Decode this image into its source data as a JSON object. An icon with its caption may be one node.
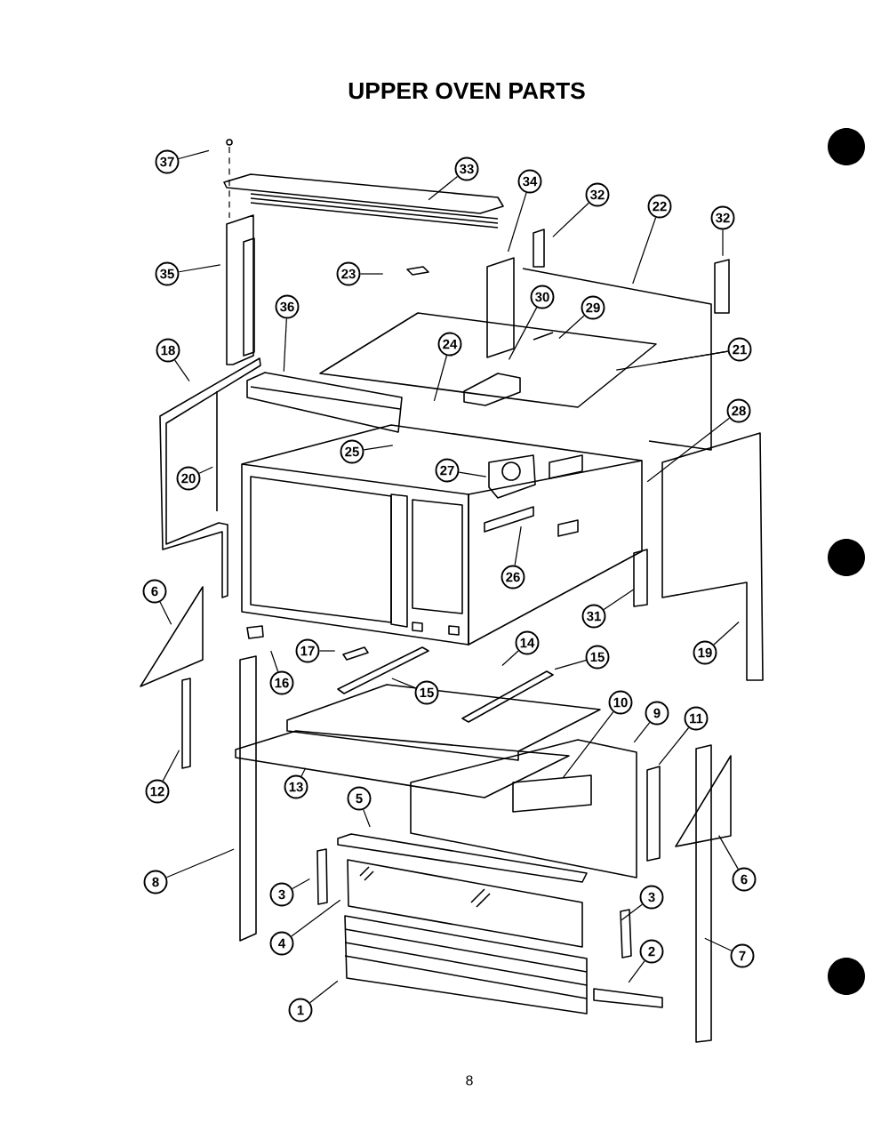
{
  "diagram": {
    "title": "UPPER OVEN PARTS",
    "nodes": [
      {
        "text": [
          "37"
        ]
      },
      {
        "text": [
          "33"
        ]
      },
      {
        "text": [
          "34"
        ]
      },
      {
        "text": [
          "32"
        ]
      },
      {
        "text": [
          "22"
        ]
      },
      {
        "text": [
          "32"
        ]
      },
      {
        "text": [
          "23"
        ]
      },
      {
        "text": [
          "35"
        ]
      },
      {
        "text": [
          "29"
        ]
      },
      {
        "text": [
          "30"
        ]
      },
      {
        "text": [
          "36"
        ]
      },
      {
        "text": [
          "24"
        ]
      },
      {
        "text": [
          "21"
        ]
      },
      {
        "text": [
          "18"
        ]
      },
      {
        "text": [
          "28"
        ]
      },
      {
        "text": [
          "25"
        ]
      },
      {
        "text": [
          "27"
        ]
      },
      {
        "text": [
          "20"
        ]
      },
      {
        "text": [
          "26"
        ]
      },
      {
        "text": [
          "6"
        ]
      },
      {
        "text": [
          "31"
        ]
      },
      {
        "text": [
          "14"
        ]
      },
      {
        "text": [
          "17"
        ]
      },
      {
        "text": [
          "19"
        ]
      },
      {
        "text": [
          "15"
        ]
      },
      {
        "text": [
          "16"
        ]
      },
      {
        "text": [
          "15"
        ]
      },
      {
        "text": [
          "10"
        ]
      },
      {
        "text": [
          "9"
        ]
      },
      {
        "text": [
          "11"
        ]
      },
      {
        "text": [
          "13"
        ]
      },
      {
        "text": [
          "12"
        ]
      },
      {
        "text": [
          "5"
        ]
      },
      {
        "text": [
          "8"
        ]
      },
      {
        "text": [
          "6"
        ]
      },
      {
        "text": [
          "3"
        ]
      },
      {
        "text": [
          "3"
        ]
      },
      {
        "text": [
          "4"
        ]
      },
      {
        "text": [
          "2"
        ]
      },
      {
        "text": [
          "7"
        ]
      },
      {
        "text": [
          "1"
        ]
      }
    ],
    "edges": [
      {
        "from": 0,
        "to": null,
        "arrow": "none"
      },
      {
        "from": 1,
        "to": null,
        "arrow": "none"
      },
      {
        "from": 2,
        "to": null,
        "arrow": "none"
      },
      {
        "from": 3,
        "to": null,
        "arrow": "none"
      },
      {
        "from": 4,
        "to": null,
        "arrow": "none"
      },
      {
        "from": 5,
        "to": null,
        "arrow": "none"
      },
      {
        "from": 6,
        "to": null,
        "arrow": "none"
      },
      {
        "from": 7,
        "to": null,
        "arrow": "none"
      },
      {
        "from": 8,
        "to": null,
        "arrow": "none"
      },
      {
        "from": 9,
        "to": null,
        "arrow": "none"
      },
      {
        "from": 10,
        "to": null,
        "arrow": "none"
      },
      {
        "from": 11,
        "to": null,
        "arrow": "none"
      },
      {
        "from": 12,
        "to": null,
        "arrow": "none"
      },
      {
        "from": 12,
        "to": null,
        "arrow": "none"
      },
      {
        "from": 13,
        "to": null,
        "arrow": "none"
      },
      {
        "from": 14,
        "to": null,
        "arrow": "none"
      },
      {
        "from": 15,
        "to": null,
        "arrow": "none"
      },
      {
        "from": 16,
        "to": null,
        "arrow": "none"
      },
      {
        "from": 17,
        "to": null,
        "arrow": "none"
      },
      {
        "from": 18,
        "to": null,
        "arrow": "none"
      },
      {
        "from": 19,
        "to": null,
        "arrow": "none"
      },
      {
        "from": 20,
        "to": null,
        "arrow": "none"
      },
      {
        "from": 21,
        "to": null,
        "arrow": "none"
      },
      {
        "from": 22,
        "to": null,
        "arrow": "none"
      },
      {
        "from": 23,
        "to": null,
        "arrow": "none"
      },
      {
        "from": 24,
        "to": null,
        "arrow": "none"
      },
      {
        "from": 25,
        "to": null,
        "arrow": "none"
      },
      {
        "from": 26,
        "to": null,
        "arrow": "none"
      },
      {
        "from": 27,
        "to": null,
        "arrow": "none"
      },
      {
        "from": 28,
        "to": null,
        "arrow": "none"
      },
      {
        "from": 29,
        "to": null,
        "arrow": "none"
      },
      {
        "from": 30,
        "to": null,
        "arrow": "none"
      },
      {
        "from": 31,
        "to": null,
        "arrow": "none"
      },
      {
        "from": 32,
        "to": null,
        "arrow": "none"
      },
      {
        "from": 33,
        "to": null,
        "arrow": "none"
      },
      {
        "from": 34,
        "to": null,
        "arrow": "none"
      },
      {
        "from": 35,
        "to": null,
        "arrow": "none"
      },
      {
        "from": 36,
        "to": null,
        "arrow": "none"
      },
      {
        "from": 37,
        "to": null,
        "arrow": "none"
      },
      {
        "from": 38,
        "to": null,
        "arrow": "none"
      },
      {
        "from": 39,
        "to": null,
        "arrow": "none"
      },
      {
        "from": 40,
        "to": null,
        "arrow": "none"
      }
    ],
    "labels": [
      "8"
    ]
  }
}
